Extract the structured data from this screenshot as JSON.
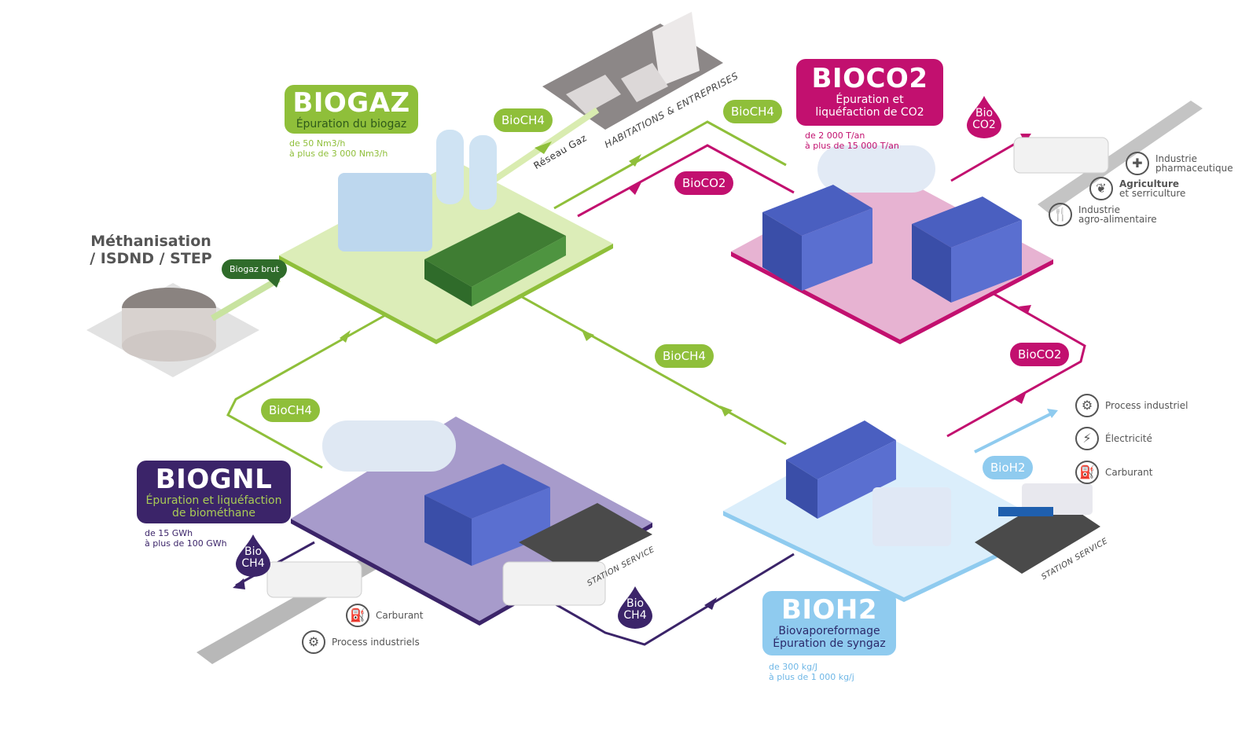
{
  "colors": {
    "biogaz": "#8fbf3a",
    "biogaz_dark": "#2f6b2a",
    "bioco2": "#c2106f",
    "biognl": "#3b2469",
    "bioh2": "#8fcbef",
    "bioh2_text": "#2b2a6b",
    "grey": "#555555"
  },
  "source": {
    "title_line1": "Méthanisation",
    "title_line2": "/ ISDND / STEP",
    "cloud_label": "Biogaz brut"
  },
  "habitations": {
    "label": "HABITATIONS & ENTREPRISES",
    "network_label": "Réseau Gaz",
    "cloud_label": "BioCH4"
  },
  "units": {
    "biogaz": {
      "title": "BIOGAZ",
      "subtitle": "Épuration du biogaz",
      "range_line1": "de 50 Nm3/h",
      "range_line2": "à plus de 3 000 Nm3/h"
    },
    "bioco2": {
      "title": "BIOCO2",
      "subtitle_line1": "Épuration et",
      "subtitle_line2": "liquéfaction de CO2",
      "range_line1": "de 2 000 T/an",
      "range_line2": "à plus de 15 000 T/an"
    },
    "biognl": {
      "title": "BIOGNL",
      "subtitle_line1": "Épuration et liquéfaction",
      "subtitle_line2": "de biométhane",
      "range_line1": "de 15 GWh",
      "range_line2": "à plus de 100 GWh"
    },
    "bioh2": {
      "title": "BIOH2",
      "subtitle_line1": "Biovaporeformage",
      "subtitle_line2": "Épuration de syngaz",
      "range_line1": "de 300 kg/J",
      "range_line2": "à plus de 1 000 kg/j"
    }
  },
  "flow_clouds": {
    "bioch4_top": "BioCH4",
    "bioco2_top": "BioCO2",
    "bioch4_middle": "BioCH4",
    "bioch4_left": "BioCH4",
    "bioco2_right": "BioCO2",
    "bioh2": "BioH2"
  },
  "drops": {
    "bioco2": {
      "line1": "Bio",
      "line2": "CO2"
    },
    "bioch4_left": {
      "line1": "Bio",
      "line2": "CH4"
    },
    "bioch4_bottom": {
      "line1": "Bio",
      "line2": "CH4"
    }
  },
  "station_labels": {
    "biognl": "STATION SERVICE",
    "bioh2": "STATION SERVICE"
  },
  "uses": {
    "bioco2": [
      {
        "icon": "cross-icon",
        "glyph": "✚",
        "line1": "Industrie",
        "line2": "pharmaceutique"
      },
      {
        "icon": "plant-icon",
        "glyph": "❦",
        "line1": "Agriculture",
        "line2": "et serriculture"
      },
      {
        "icon": "cutlery-icon",
        "glyph": "🍴",
        "line1": "Industrie",
        "line2": "agro-alimentaire"
      }
    ],
    "bioh2": [
      {
        "icon": "gear-icon",
        "glyph": "⚙",
        "label": "Process industriel"
      },
      {
        "icon": "lightning-icon",
        "glyph": "⚡",
        "label": "Électricité"
      },
      {
        "icon": "fuel-pump-icon",
        "glyph": "⛽",
        "label": "Carburant"
      }
    ],
    "biognl": [
      {
        "icon": "fuel-pump-icon",
        "glyph": "⛽",
        "label": "Carburant"
      },
      {
        "icon": "gear-icon",
        "glyph": "⚙",
        "label": "Process industriels"
      }
    ]
  }
}
